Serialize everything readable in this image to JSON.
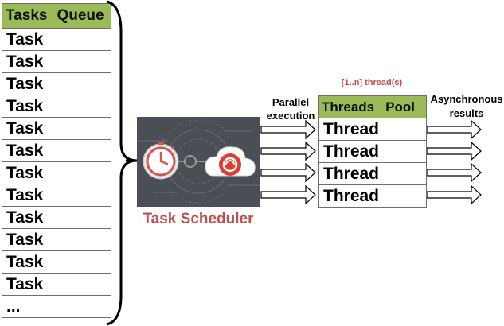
{
  "queue": {
    "header": [
      "Tasks",
      "Queue"
    ],
    "rows": [
      "Task",
      "Task",
      "Task",
      "Task",
      "Task",
      "Task",
      "Task",
      "Task",
      "Task",
      "Task",
      "Task",
      "Task",
      "..."
    ]
  },
  "scheduler": {
    "caption": "Task Scheduler",
    "icons": [
      "clock-icon",
      "cloud-icon"
    ]
  },
  "parallel_label": "Parallel execution",
  "pool": {
    "caption": "[1..n] thread(s)",
    "header": [
      "Threads",
      "Pool"
    ],
    "rows": [
      "Thread",
      "Thread",
      "Thread",
      "Thread"
    ]
  },
  "async_label": "Asynchronous results",
  "colors": {
    "header_green": "#9bbb59",
    "accent_red": "#c0504d",
    "scheduler_bg": "#4a4f56"
  }
}
